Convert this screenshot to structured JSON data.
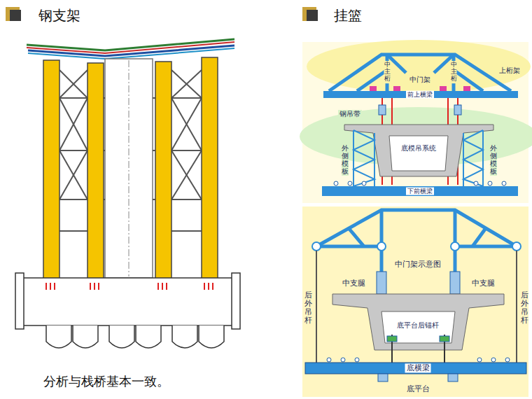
{
  "diagram": {
    "caption": "分析与栈桥基本一致。",
    "labels": [
      "钢支架",
      "挂篮",
      "中门架",
      "上桁架",
      "中主桁",
      "中主桁",
      "前上横梁",
      "钢吊带",
      "底模吊系统",
      "外侧模板",
      "外侧模板",
      "下前横梁",
      "中门架示意图",
      "中支腿",
      "中支腿",
      "后外吊杆",
      "后外吊杆",
      "底平台后锚杆",
      "底横梁",
      "底平台"
    ]
  }
}
